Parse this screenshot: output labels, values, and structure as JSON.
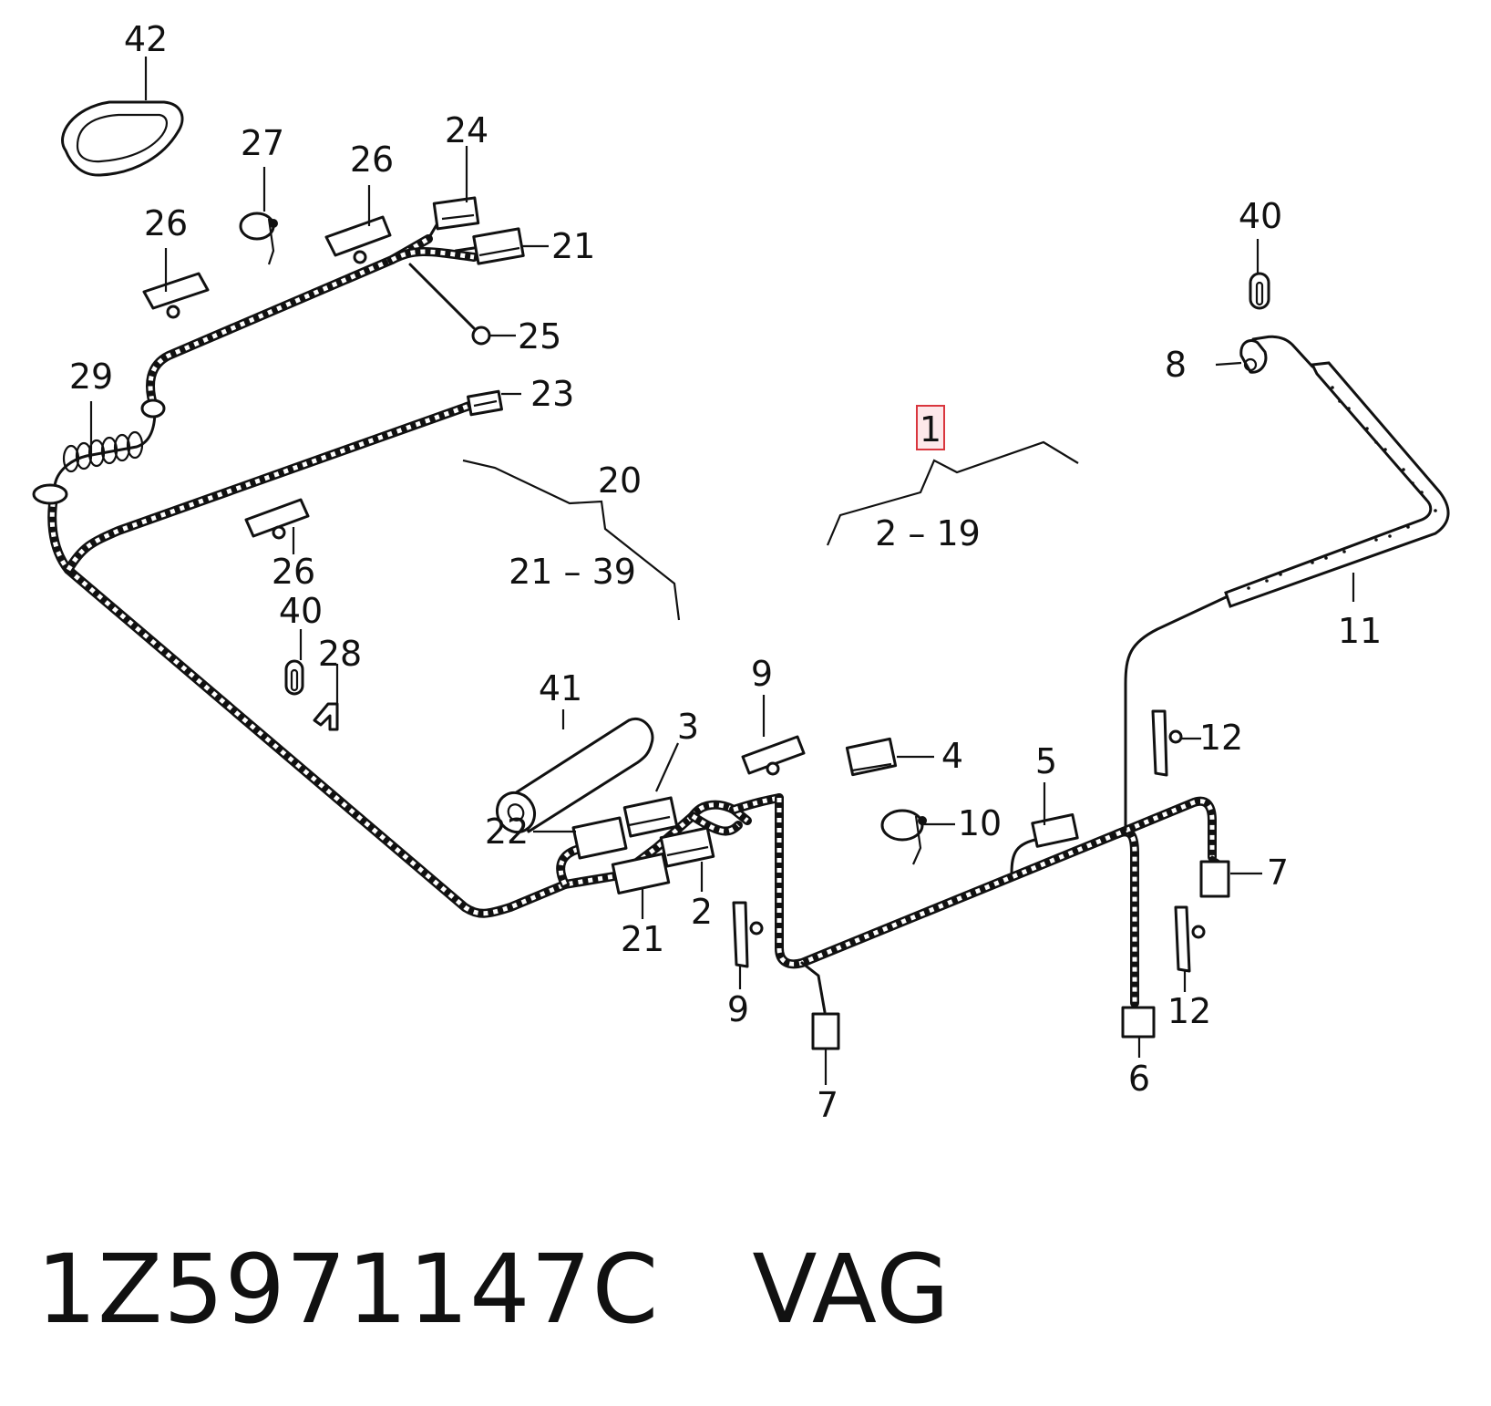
{
  "caption": "1Z5971147C   VAG",
  "highlighted_callout": "1",
  "callouts": {
    "c42": "42",
    "c27": "27",
    "c26a": "26",
    "c26b": "26",
    "c26c": "26",
    "c24": "24",
    "c21a": "21",
    "c25": "25",
    "c29": "29",
    "c23": "23",
    "c20": "20",
    "c21_39": "21 – 39",
    "c1": "1",
    "c2_19": "2 – 19",
    "c40a": "40",
    "c40b": "40",
    "c8": "8",
    "c11": "11",
    "c28": "28",
    "c41": "41",
    "c9a": "9",
    "c9b": "9",
    "c3": "3",
    "c4": "4",
    "c5": "5",
    "c10": "10",
    "c12a": "12",
    "c12b": "12",
    "c7a": "7",
    "c7b": "7",
    "c22": "22",
    "c2": "2",
    "c21b": "21",
    "c6": "6"
  }
}
